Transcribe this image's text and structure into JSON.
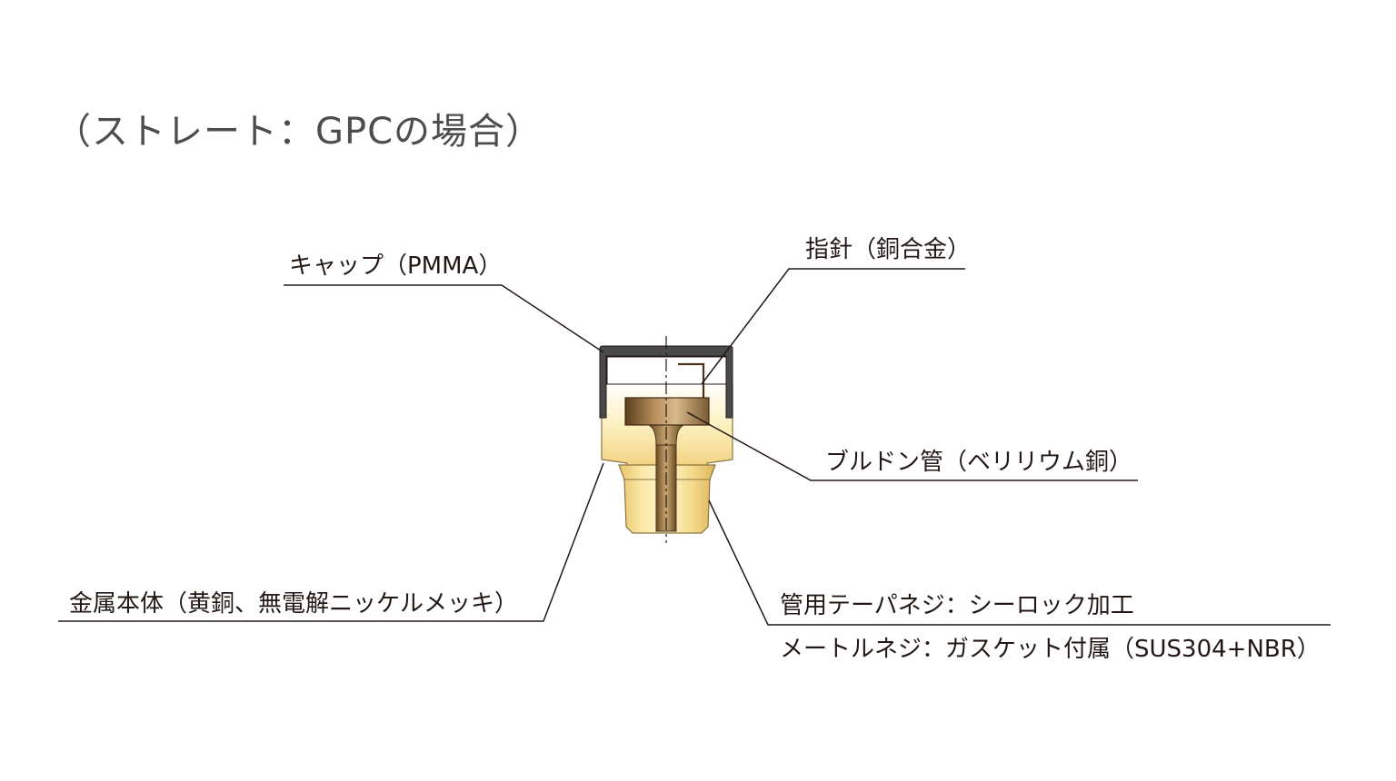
{
  "title": "（ストレート：GPCの場合）",
  "labels": {
    "cap": "キャップ（PMMA）",
    "pointer": "指針（銅合金）",
    "bourdon": "ブルドン管（ベリリウム銅）",
    "body": "金属本体（黄銅、無電解ニッケルメッキ）",
    "thread_pt": "管用テーパネジ：シーロック加工",
    "thread_metric": "メートルネジ：ガスケット付属（SUS304+NBR）"
  },
  "colors": {
    "leader": "#231815",
    "cap": "#4a4a4a",
    "brass_light": "#fdf3c4",
    "brass_mid": "#f4d98a",
    "brass_dark": "#d9b45c",
    "bronze_light": "#c9a574",
    "bronze_dark": "#6b4a26",
    "text": "#231815",
    "title": "#4d4d4d"
  }
}
